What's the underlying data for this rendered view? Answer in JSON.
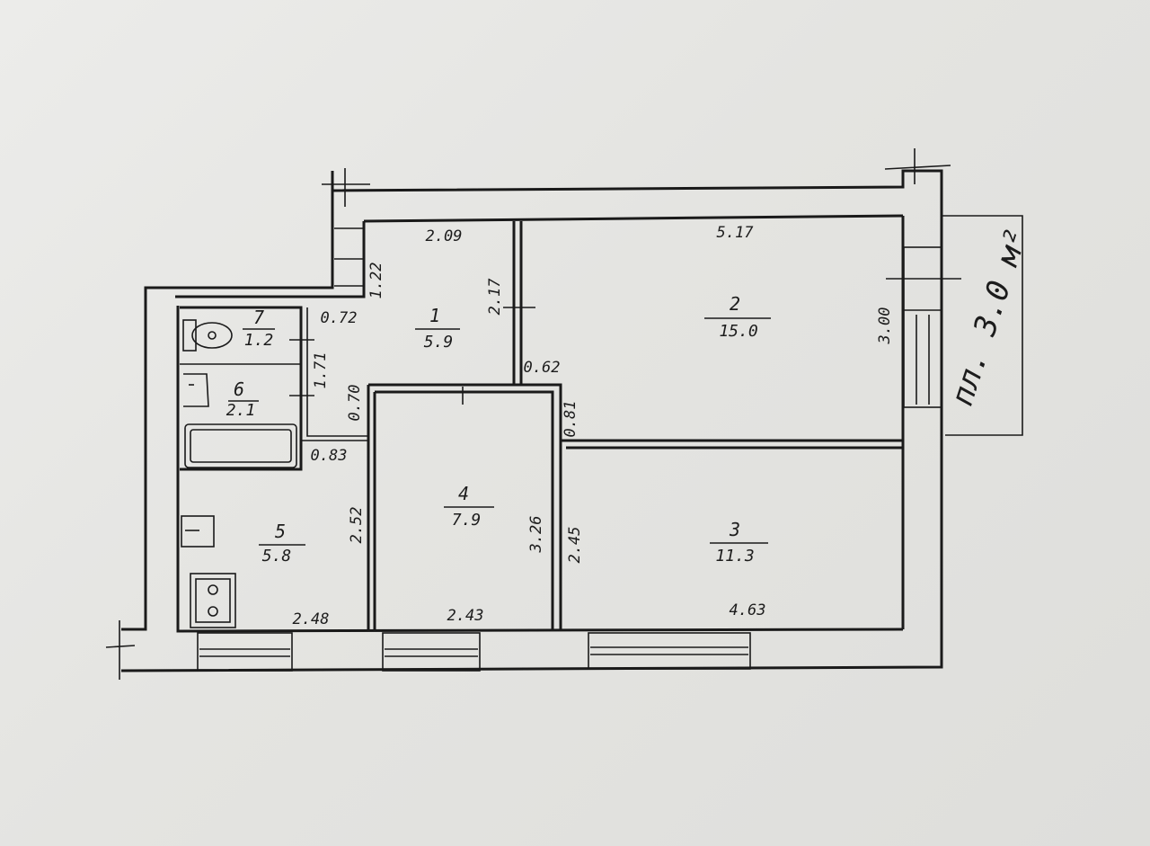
{
  "rooms": [
    {
      "num": "1",
      "area": "5.9"
    },
    {
      "num": "2",
      "area": "15.0"
    },
    {
      "num": "3",
      "area": "11.3"
    },
    {
      "num": "4",
      "area": "7.9"
    },
    {
      "num": "5",
      "area": "5.8"
    },
    {
      "num": "6",
      "area": "2.1"
    },
    {
      "num": "7",
      "area": "1.2"
    }
  ],
  "dims": {
    "d209": "2.09",
    "d517": "5.17",
    "d122": "1.22",
    "d217": "2.17",
    "d072": "0.72",
    "d171": "1.71",
    "d070": "0.70",
    "d062": "0.62",
    "d081": "0.81",
    "d300": "3.00",
    "d083": "0.83",
    "d252": "2.52",
    "d326": "3.26",
    "d245": "2.45",
    "d248": "2.48",
    "d243": "2.43",
    "d463": "4.63"
  },
  "balcony_note": "пл. 3.0 м²"
}
